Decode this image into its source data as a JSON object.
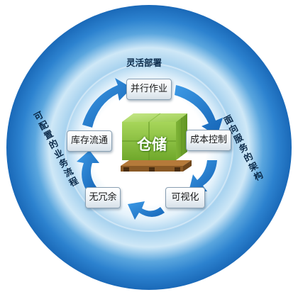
{
  "ring_labels": {
    "top": "灵活部署",
    "left": "可配置的业务流程",
    "right": "面向服务的架构"
  },
  "center": {
    "title": "仓储"
  },
  "steps": [
    {
      "label": "并行作业"
    },
    {
      "label": "成本控制"
    },
    {
      "label": "可视化"
    },
    {
      "label": "无冗余"
    },
    {
      "label": "库存流通"
    }
  ],
  "colors": {
    "ring_outer": "#1f74c4",
    "ring_light": "#bfe0f5",
    "arrow": "#1a73c6",
    "box_green": "#8cc63f",
    "title_green": "#4a8f1c"
  },
  "icons": {
    "center": "warehouse-pallet-boxes-icon",
    "arrows": "cycle-arrow-icon"
  }
}
